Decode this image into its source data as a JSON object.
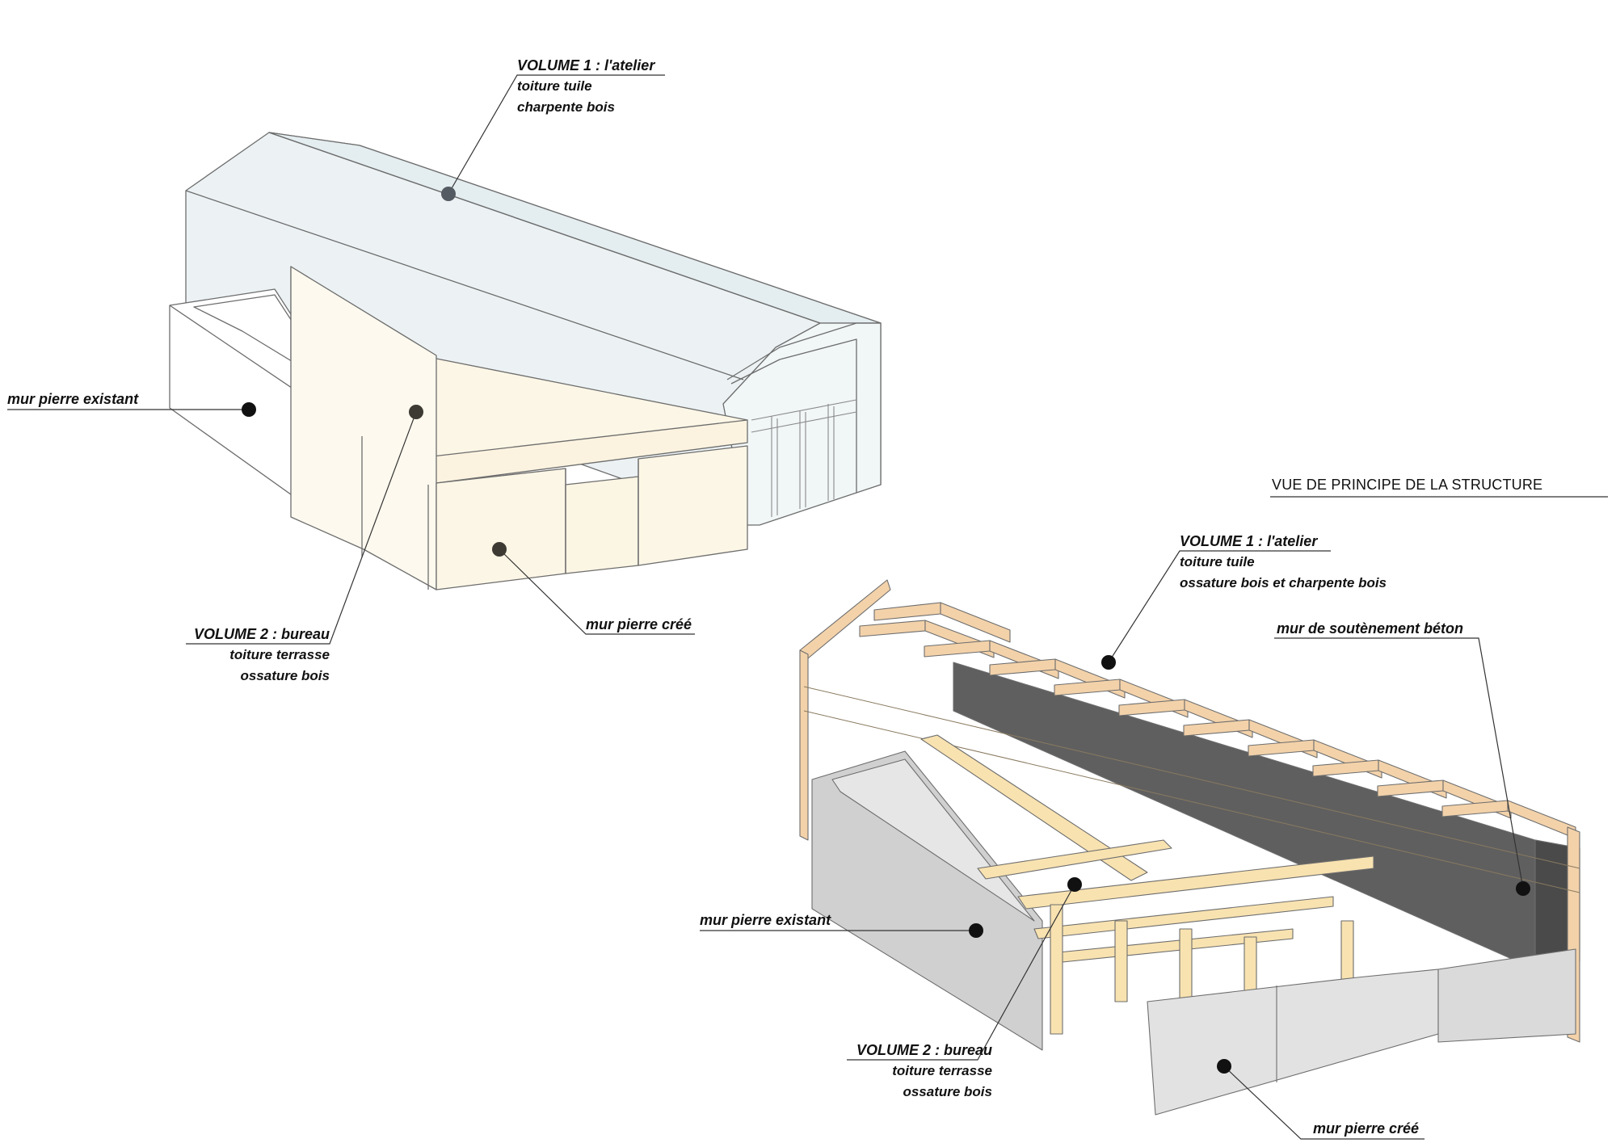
{
  "heading": "VUE DE PRINCIPE DE LA STRUCTURE",
  "left_diagram": {
    "volume1": {
      "title": "VOLUME 1 : l'atelier",
      "line1": "toiture tuile",
      "line2": "charpente bois"
    },
    "volume2": {
      "title": "VOLUME 2 : bureau",
      "line1": "toiture terrasse",
      "line2": "ossature bois"
    },
    "wall_existing": "mur pierre existant",
    "wall_created": "mur pierre créé"
  },
  "right_diagram": {
    "volume1": {
      "title": "VOLUME 1 : l'atelier",
      "line1": "toiture tuile",
      "line2": "ossature bois et charpente bois"
    },
    "volume2": {
      "title": "VOLUME 2 : bureau",
      "line1": "toiture terrasse",
      "line2": "ossature bois"
    },
    "wall_existing": "mur pierre existant",
    "wall_created": "mur pierre créé",
    "retaining_wall": "mur de soutènement béton"
  },
  "colors": {
    "volume1_fill": "#eaf1f3",
    "volume2_fill": "#fcf7e8",
    "timber": "#f3d2aa",
    "timber_light": "#f8e2b0",
    "stone": "#dcdcdc",
    "concrete": "#6b6b6b",
    "leader": "#333333"
  }
}
